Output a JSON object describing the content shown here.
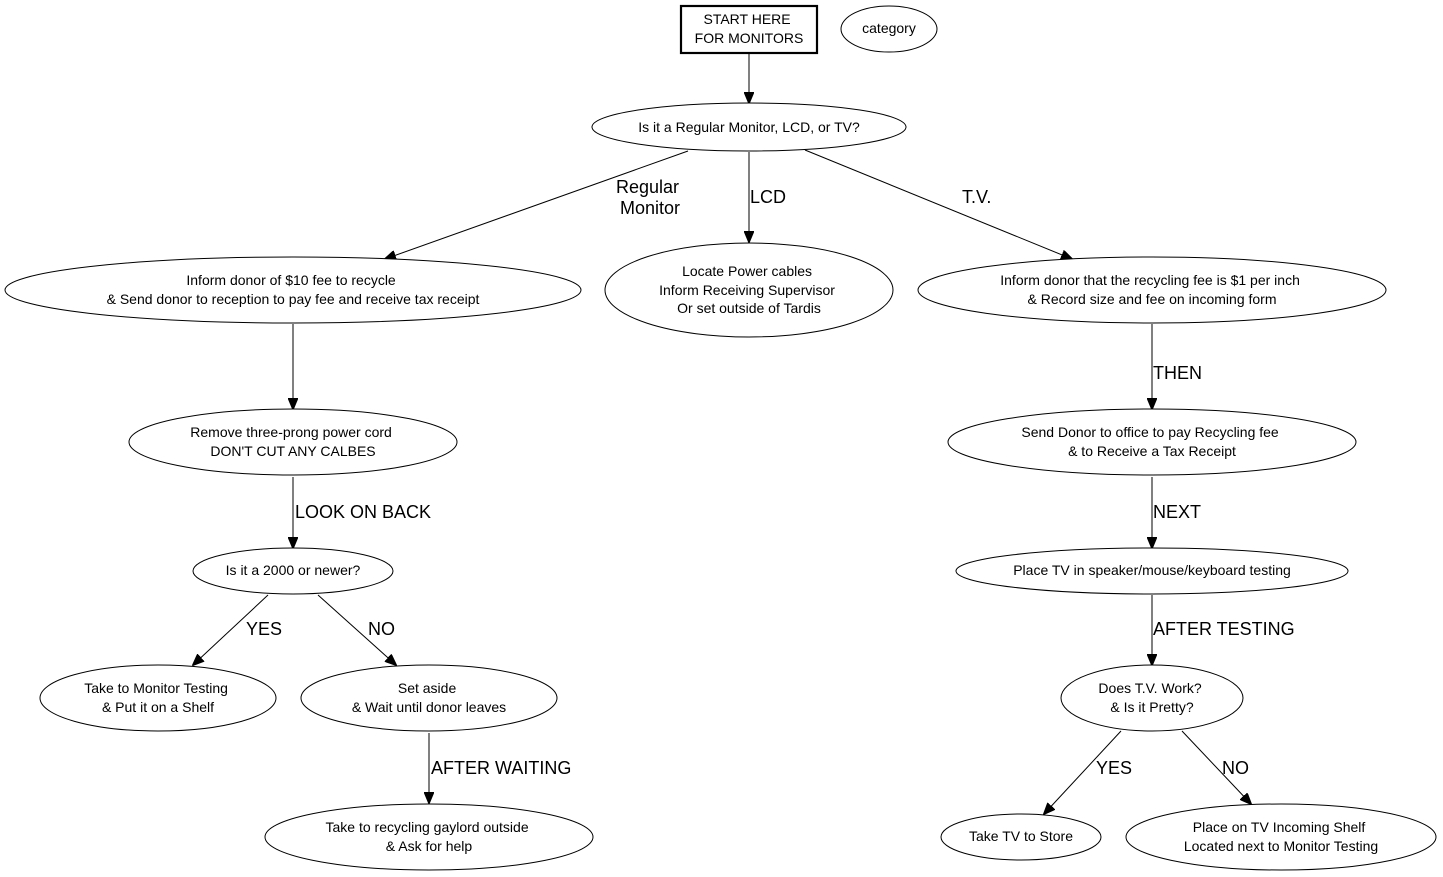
{
  "diagram": {
    "start": {
      "lines": [
        "START HERE",
        "FOR MONITORS"
      ]
    },
    "legend": {
      "label": "category"
    },
    "nodes": {
      "q_type": {
        "lines": [
          "Is it a Regular Monitor, LCD, or TV?"
        ]
      },
      "reg_fee": {
        "lines": [
          "Inform donor of $10 fee to recycle",
          "& Send donor to reception to pay fee and receive tax receipt"
        ]
      },
      "lcd": {
        "lines": [
          "Locate Power cables",
          "Inform Receiving Supervisor",
          "Or set outside of Tardis"
        ]
      },
      "tv_fee": {
        "lines": [
          "Inform donor that the recycling fee is $1 per inch",
          "& Record size and fee on incoming form"
        ]
      },
      "remove_cord": {
        "lines": [
          "Remove three-prong power cord",
          "DON'T CUT ANY CALBES"
        ]
      },
      "send_office": {
        "lines": [
          "Send Donor to office to pay Recycling fee",
          "& to Receive a Tax Receipt"
        ]
      },
      "q_2000": {
        "lines": [
          "Is it a 2000 or newer?"
        ]
      },
      "tv_testing": {
        "lines": [
          "Place TV in speaker/mouse/keyboard testing"
        ]
      },
      "monitor_testing": {
        "lines": [
          "Take to Monitor Testing",
          "& Put it on a Shelf"
        ]
      },
      "set_aside": {
        "lines": [
          "Set aside",
          "& Wait until donor leaves"
        ]
      },
      "q_tv_work": {
        "lines": [
          "Does T.V. Work?",
          "& Is it Pretty?"
        ]
      },
      "gaylord": {
        "lines": [
          "Take to recycling gaylord outside",
          "& Ask for help"
        ]
      },
      "tv_store": {
        "lines": [
          "Take TV to Store"
        ]
      },
      "tv_shelf": {
        "lines": [
          "Place on TV Incoming Shelf",
          "Located next to Monitor Testing"
        ]
      }
    },
    "edges": {
      "start_to_q": {
        "label": ""
      },
      "q_to_reg": {
        "label_lines": [
          "Regular",
          "Monitor"
        ]
      },
      "q_to_lcd": {
        "label": "LCD"
      },
      "q_to_tv": {
        "label": "T.V."
      },
      "reg_to_cord": {
        "label": ""
      },
      "tv_to_office": {
        "label": "THEN"
      },
      "cord_to_2000": {
        "label": "LOOK ON BACK"
      },
      "office_to_testing": {
        "label": "NEXT"
      },
      "2000_yes": {
        "label": "YES"
      },
      "2000_no": {
        "label": "NO"
      },
      "testing_to_work": {
        "label": "AFTER TESTING"
      },
      "aside_to_gaylord": {
        "label": "AFTER WAITING"
      },
      "work_yes": {
        "label": "YES"
      },
      "work_no": {
        "label": "NO"
      }
    }
  }
}
